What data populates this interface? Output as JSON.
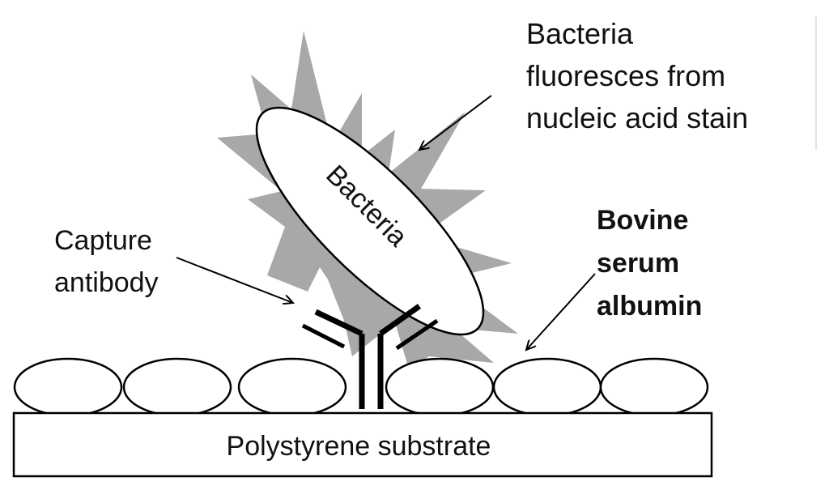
{
  "labels": {
    "fluorescence": [
      "Bacteria",
      "fluoresces from",
      "nucleic acid stain"
    ],
    "bacteria": "Bacteria",
    "capture_antibody": [
      "Capture",
      "antibody"
    ],
    "bsa": [
      "Bovine",
      "serum",
      "albumin"
    ],
    "substrate": "Polystyrene substrate"
  },
  "colors": {
    "outline": "#000000",
    "glow": "#a8a8a8",
    "fill": "#ffffff"
  }
}
